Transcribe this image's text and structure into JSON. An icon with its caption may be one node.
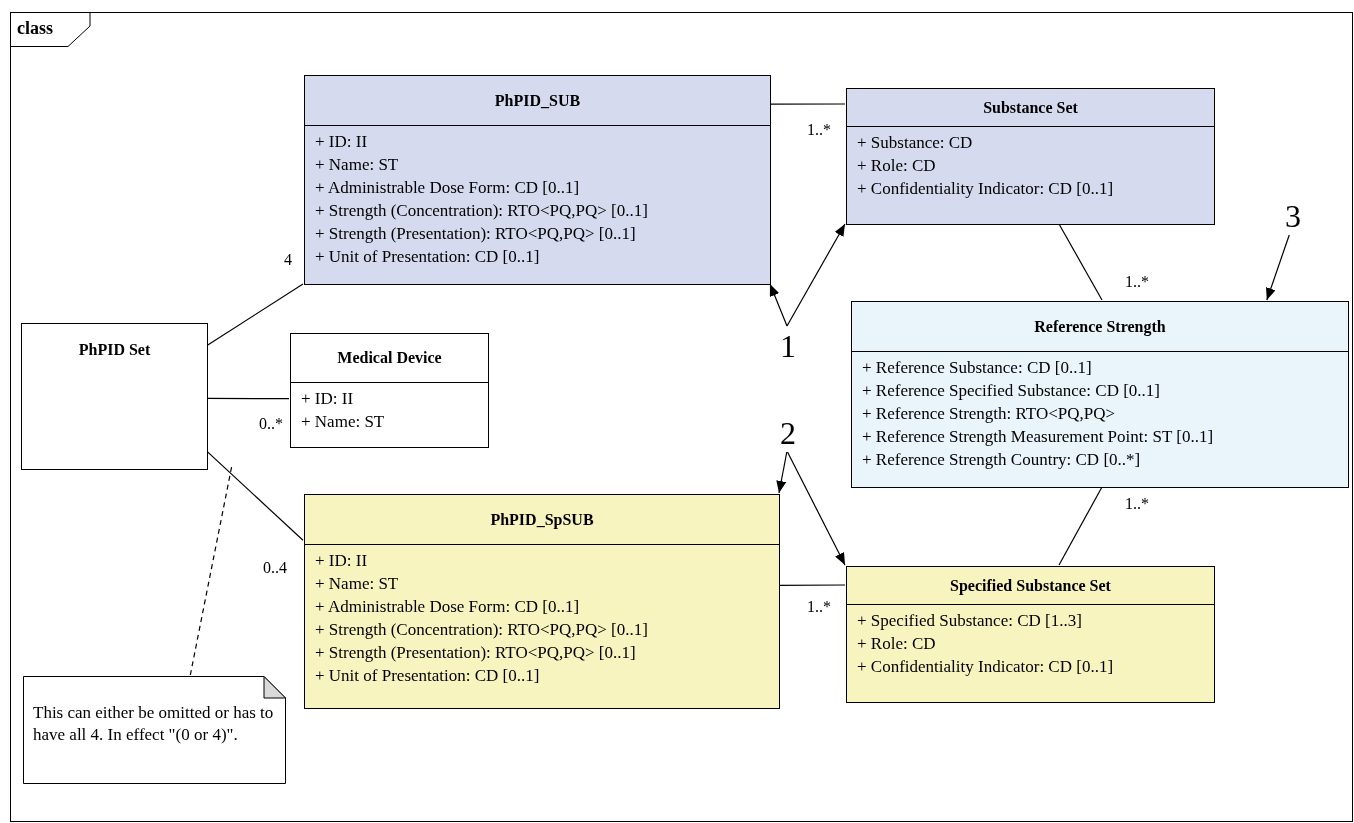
{
  "diagram": {
    "nodes": [
      {
        "text": [
          "class"
        ]
      },
      {
        "text": [
          "PhPID_SUB",
          "+ ID: II",
          "+ Name: ST",
          "+ Administrable Dose Form: CD [0..1]",
          "+ Strength (Concentration): RTO<PQ,PQ> [0..1]",
          "+ Strength (Presentation): RTO<PQ,PQ> [0..1]",
          "+ Unit of Presentation: CD [0..1]"
        ],
        "in": 0
      },
      {
        "text": [
          "Substance Set",
          "+ Substance: CD",
          "+ Role: CD",
          "+ Confidentiality Indicator: CD [0..1]"
        ],
        "in": 0
      },
      {
        "text": [
          "PhPID Set"
        ],
        "in": 0
      },
      {
        "text": [
          "Medical Device",
          "+ ID: II",
          "+ Name: ST"
        ],
        "in": 0
      },
      {
        "text": [
          "Reference Strength",
          "+ Reference Substance: CD [0..1]",
          "+ Reference Specified Substance: CD [0..1]",
          "+ Reference Strength: RTO<PQ,PQ>",
          "+ Reference Strength Measurement Point: ST [0..1]",
          "+ Reference Strength Country: CD [0..*]"
        ],
        "in": 0
      },
      {
        "text": [
          "1"
        ],
        "in": 0
      },
      {
        "text": [
          "3"
        ],
        "in": 0
      },
      {
        "text": [
          "2"
        ],
        "in": 0
      },
      {
        "text": [
          "PhPID_SpSUB",
          "+ ID: II",
          "+ Name: ST",
          "+ Administrable Dose Form: CD [0..1]",
          "+ Strength (Concentration): RTO<PQ,PQ> [0..1]",
          "+ Strength (Presentation): RTO<PQ,PQ> [0..1]",
          "+ Unit of Presentation: CD [0..1]"
        ],
        "in": 0
      },
      {
        "text": [
          "Specified Substance Set",
          "+ Specified Substance: CD [1..3]",
          "+ Role: CD",
          "+ Confidentiality Indicator: CD [0..1]"
        ],
        "in": 0
      },
      {
        "text": [
          "This can either be omitted or has to have all 4. In effect \"(0 or 4)\"."
        ],
        "in": 0
      }
    ],
    "edges": [
      {
        "from": 3,
        "to": 1,
        "arrow": "none",
        "label": "4"
      },
      {
        "from": 1,
        "to": 2,
        "arrow": "none",
        "label": "1..*"
      },
      {
        "from": 3,
        "to": 4,
        "arrow": "none",
        "label": "0..*"
      },
      {
        "from": 3,
        "to": 9,
        "arrow": "none",
        "label": "0..4"
      },
      {
        "from": 9,
        "to": 10,
        "arrow": "none",
        "label": "1..*"
      },
      {
        "from": 2,
        "to": 5,
        "arrow": "none",
        "label": "1..*"
      },
      {
        "from": 5,
        "to": 10,
        "arrow": "none",
        "label": "1..*"
      },
      {
        "from": 6,
        "to": 1,
        "arrow": "to"
      },
      {
        "from": 6,
        "to": 2,
        "arrow": "to"
      },
      {
        "from": 7,
        "to": 5,
        "arrow": "to"
      },
      {
        "from": 8,
        "to": 9,
        "arrow": "to"
      },
      {
        "from": 8,
        "to": 10,
        "arrow": "to"
      },
      {
        "from": 11,
        "to": null,
        "arrow": "none",
        "style": "dashed"
      }
    ]
  }
}
